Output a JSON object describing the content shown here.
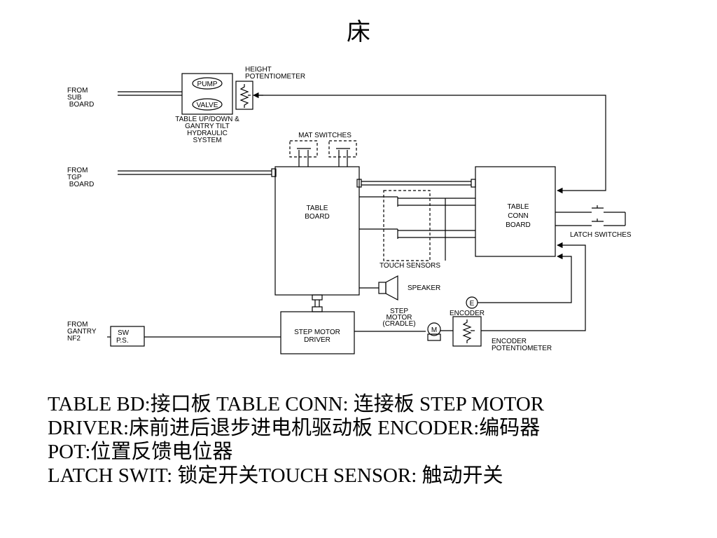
{
  "title": "床",
  "labels": {
    "from_sub": [
      "FROM",
      "SUB",
      " BOARD"
    ],
    "from_tgp": [
      "FROM",
      "TGP",
      " BOARD"
    ],
    "from_gantry": [
      "FROM",
      "GANTRY",
      "NF2"
    ],
    "pump": "PUMP",
    "valve": "VALVE",
    "height_pot": [
      "HEIGHT",
      "POTENTIOMETER"
    ],
    "hydraulic": [
      "TABLE UP/DOWN &",
      "GANTRY TILT",
      "HYDRAULIC",
      "SYSTEM"
    ],
    "mat_switches": "MAT SWITCHES",
    "table_board": [
      "TABLE",
      "BOARD"
    ],
    "table_conn_board": [
      "TABLE",
      "CONN",
      "BOARD"
    ],
    "latch_switches": "LATCH SWITCHES",
    "touch_sensors": "TOUCH SENSORS",
    "speaker": "SPEAKER",
    "encoder_e": "E",
    "encoder": "ENCODER",
    "step_motor": [
      "STEP",
      "MOTOR",
      "(CRADLE)"
    ],
    "motor_m": "M",
    "step_motor_driver": [
      "STEP MOTOR",
      "DRIVER"
    ],
    "sw_ps": [
      "SW",
      "P.S."
    ],
    "encoder_pot": [
      "ENCODER",
      "POTENTIOMETER"
    ]
  },
  "legend": [
    "TABLE BD:接口板 TABLE CONN: 连接板 STEP MOTOR",
    "DRIVER:床前进后退步进电机驱动板 ENCODER:编码器",
    "POT:位置反馈电位器",
    "LATCH SWIT: 锁定开关TOUCH SENSOR: 触动开关"
  ]
}
